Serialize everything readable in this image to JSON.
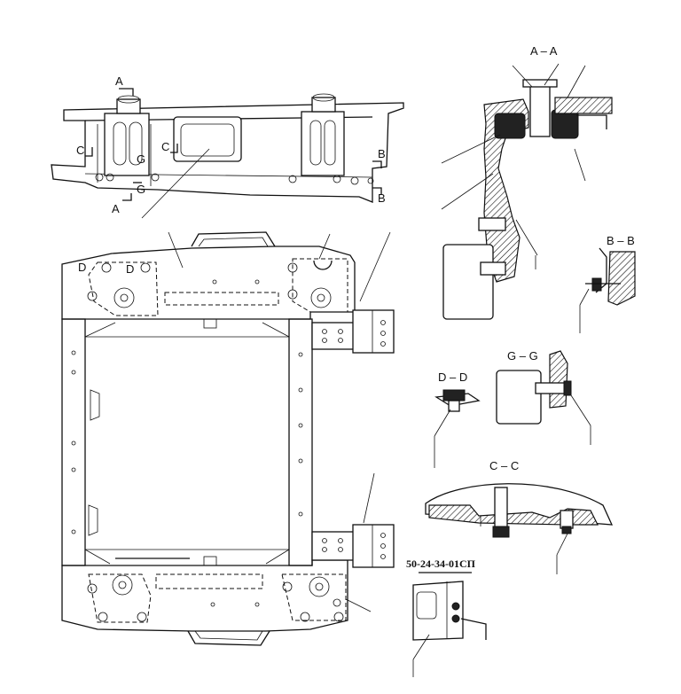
{
  "labels": {
    "section_aa": "A – A",
    "section_bb": "B – B",
    "section_dd": "D – D",
    "section_gg": "G – G",
    "section_cc": "C – C",
    "mark_a_top": "A",
    "mark_a_bottom": "A",
    "mark_b_top": "B",
    "mark_b_bottom": "B",
    "mark_c_left": "C",
    "mark_c_right": "C",
    "mark_g_left": "G",
    "mark_g_right": "G",
    "mark_d_left": "D",
    "mark_d_right": "D",
    "part_number": "50-24-34-01CП"
  }
}
